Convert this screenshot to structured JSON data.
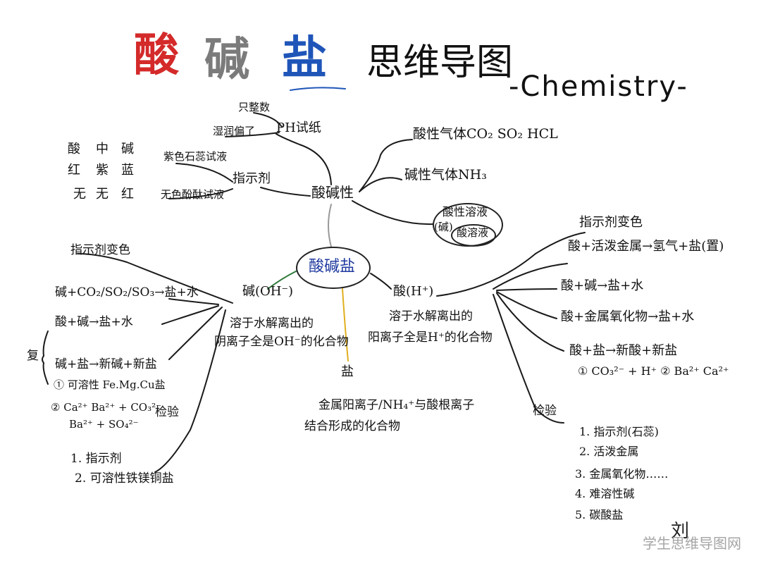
{
  "title": {
    "acid": "酸",
    "base": "碱",
    "salt": "盐",
    "suffix": "思维导图",
    "subtitle": "-Chemistry-"
  },
  "center": "酸碱盐",
  "acidity_branch": {
    "root": "酸碱性",
    "ph_paper": "PH试纸",
    "ph_read": "只整数",
    "ph_wet": "湿润偏了",
    "indicator": "指示剂",
    "litmus": "紫色石蕊试液",
    "phenol": "无色酚酞试液",
    "color_table": {
      "row1": [
        "酸",
        "中",
        "碱"
      ],
      "row2": [
        "红",
        "紫",
        "蓝"
      ],
      "row3": [
        "无",
        "无",
        "红"
      ]
    },
    "acid_gas": "酸性气体CO₂ SO₂ HCL",
    "base_gas": "碱性气体NH₃",
    "acidic_solution": "酸性溶液",
    "acid_solution": "酸溶液",
    "acid_solution_note": "(碱)"
  },
  "base_branch": {
    "root": "碱(OH⁻)",
    "definition_1": "溶于水解离出的",
    "definition_2": "阴离子全是OH⁻的化合物",
    "indicator_color": "指示剂变色",
    "reaction_1": "碱+CO₂/SO₂/SO₃→盐+水",
    "reaction_2": "酸+碱→盐+水",
    "reaction_3": "碱+盐→新碱+新盐",
    "condition_label": "复",
    "note_1": "① 可溶性 Fe.Mg.Cu盐",
    "note_2a": "② Ca²⁺ Ba²⁺ + CO₃²⁻",
    "note_2b": "Ba²⁺ + SO₄²⁻",
    "test_label": "检验",
    "test_1": "1. 指示剂",
    "test_2": "2. 可溶性铁镁铜盐"
  },
  "salt_branch": {
    "root": "盐",
    "definition_1": "金属阳离子/NH₄⁺与酸根离子",
    "definition_2": "结合形成的化合物"
  },
  "acid_branch": {
    "root": "酸(H⁺)",
    "definition_1": "溶于水解离出的",
    "definition_2": "阳离子全是H⁺的化合物",
    "indicator_color": "指示剂变色",
    "reaction_1": "酸+活泼金属→氢气+盐(置)",
    "reaction_2": "酸+碱→盐+水",
    "reaction_3": "酸+金属氧化物→盐+水",
    "reaction_4": "酸+盐→新酸+新盐",
    "note": "① CO₃²⁻ + H⁺  ② Ba²⁺ Ca²⁺",
    "test_label": "检验",
    "test_1": "1. 指示剂(石蕊)",
    "test_2": "2. 活泼金属",
    "test_3": "3. 金属氧化物……",
    "test_4": "4. 难溶性碱",
    "test_5": "5. 碳酸盐"
  },
  "signature": "刘",
  "watermark": "学生思维导图网",
  "colors": {
    "acid_title": "#d42a2a",
    "base_title": "#7b7b7b",
    "salt_title": "#1f55b8",
    "salt_branch": "#e0b020",
    "base_branch": "#2f7a3a",
    "center_text": "#1f3aa0"
  }
}
